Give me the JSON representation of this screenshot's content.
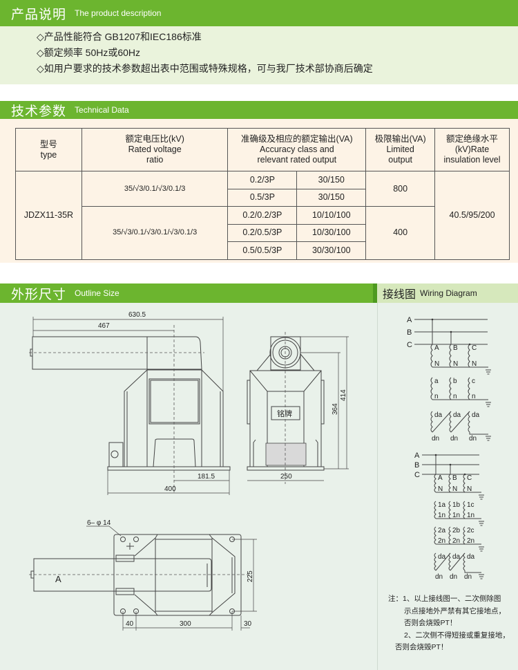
{
  "description": {
    "title_cn": "产品说明",
    "title_en": "The product description",
    "items": [
      "◇产品性能符合 GB1207和IEC186标准",
      "◇额定频率  50Hz或60Hz",
      "◇如用户要求的技术参数超出表中范围或特殊规格，可与我厂技术部协商后确定"
    ]
  },
  "technical": {
    "title_cn": "技术参数",
    "title_en": "Technical Data",
    "headers": {
      "type": [
        "型号",
        "type"
      ],
      "ratio": [
        "额定电压比(kV)",
        "Rated voltage",
        "ratio"
      ],
      "accuracy": [
        "准确级及相应的额定输出(VA)",
        "Accuracy class and",
        "relevant rated output"
      ],
      "limited": [
        "极限输出(VA)",
        "Limited",
        "output"
      ],
      "insulation": [
        "额定绝缘水平",
        "(kV)Rate",
        "insulation  level"
      ]
    },
    "model": "JDZX11-35R",
    "insulation": "40.5/95/200",
    "groups": [
      {
        "ratio": "35/√3/0.1/√3/0.1/3",
        "limited": "800",
        "rows": [
          {
            "class": "0.2/3P",
            "output": "30/150"
          },
          {
            "class": "0.5/3P",
            "output": "30/150"
          }
        ]
      },
      {
        "ratio": "35/√3/0.1/√3/0.1/√3/0.1/3",
        "limited": "400",
        "rows": [
          {
            "class": "0.2/0.2/3P",
            "output": "10/10/100"
          },
          {
            "class": "0.2/0.5/3P",
            "output": "10/30/100"
          },
          {
            "class": "0.5/0.5/3P",
            "output": "30/30/100"
          }
        ]
      }
    ]
  },
  "outline": {
    "title_cn": "外形尺寸",
    "title_en": "Outline Size",
    "front": {
      "d1": "630.5",
      "d2": "467",
      "d3": "181.5",
      "d4": "400"
    },
    "side": {
      "nameplate": "铭牌",
      "d1": "250",
      "d2": "364",
      "d3": "414"
    },
    "top": {
      "holes": "6– φ 14",
      "label": "A",
      "d1": "225",
      "d2": "40",
      "d3": "300",
      "d4": "30"
    }
  },
  "wiring": {
    "title_cn": "接线图",
    "title_en": "Wiring Diagram",
    "d1": {
      "bus": [
        "A",
        "B",
        "C"
      ],
      "groups": [
        {
          "top": [
            "A",
            "B",
            "C"
          ],
          "bottom": [
            "N",
            "N",
            "N"
          ]
        },
        {
          "top": [
            "a",
            "b",
            "c"
          ],
          "bottom": [
            "n",
            "n",
            "n"
          ]
        },
        {
          "top": [
            "da",
            "da",
            "da"
          ],
          "bottom": [
            "dn",
            "dn",
            "dn"
          ]
        }
      ]
    },
    "d2": {
      "bus": [
        "A",
        "B",
        "C"
      ],
      "groups": [
        {
          "top": [
            "A",
            "B",
            "C"
          ],
          "bottom": [
            "N",
            "N",
            "N"
          ]
        },
        {
          "top": [
            "1a",
            "1b",
            "1c"
          ],
          "bottom": [
            "1n",
            "1n",
            "1n"
          ]
        },
        {
          "top": [
            "2a",
            "2b",
            "2c"
          ],
          "bottom": [
            "2n",
            "2n",
            "2n"
          ]
        },
        {
          "top": [
            "da",
            "da",
            "da"
          ],
          "bottom": [
            "dn",
            "dn",
            "dn"
          ]
        }
      ]
    },
    "notes": [
      "注：1、以上接线图一、二次侧除图",
      "示点接地外严禁有其它接地点，",
      "否则会烧毁PT！",
      "2、二次侧不得短接或重复接地，",
      "否则会烧毁PT！"
    ]
  }
}
